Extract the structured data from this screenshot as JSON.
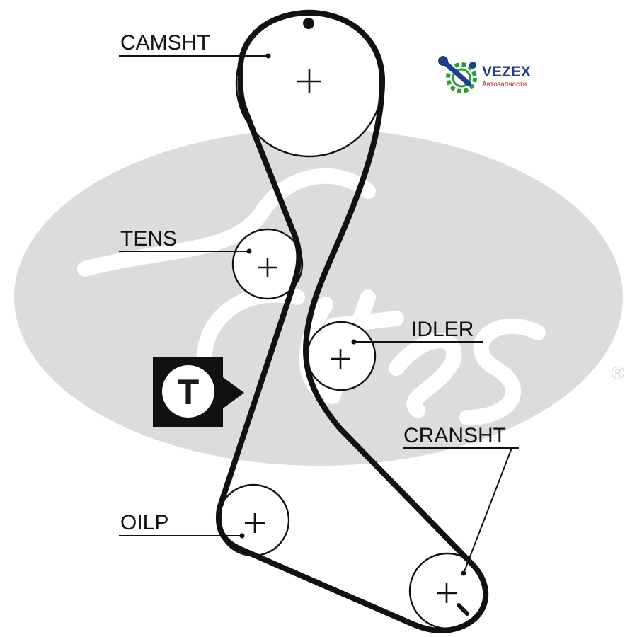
{
  "diagram": {
    "labels": {
      "camshaft": "CAMSHT",
      "tensioner": "TENS",
      "idler": "IDLER",
      "crankshaft": "CRANSHT",
      "oil_pump": "OILP"
    },
    "tensioner_badge": "T",
    "colors": {
      "belt": "#111111",
      "watermark": "#dcdcdc",
      "brand_blue": "#1f3f86",
      "brand_green": "#2e9b3a",
      "brand_red": "#d11f1f"
    }
  },
  "branding": {
    "name": "VEZEX",
    "subtitle": "Автозапчасти",
    "icon": "gear-wrench-icon"
  },
  "watermark": {
    "mark": "®",
    "logo": "gates-logo"
  }
}
